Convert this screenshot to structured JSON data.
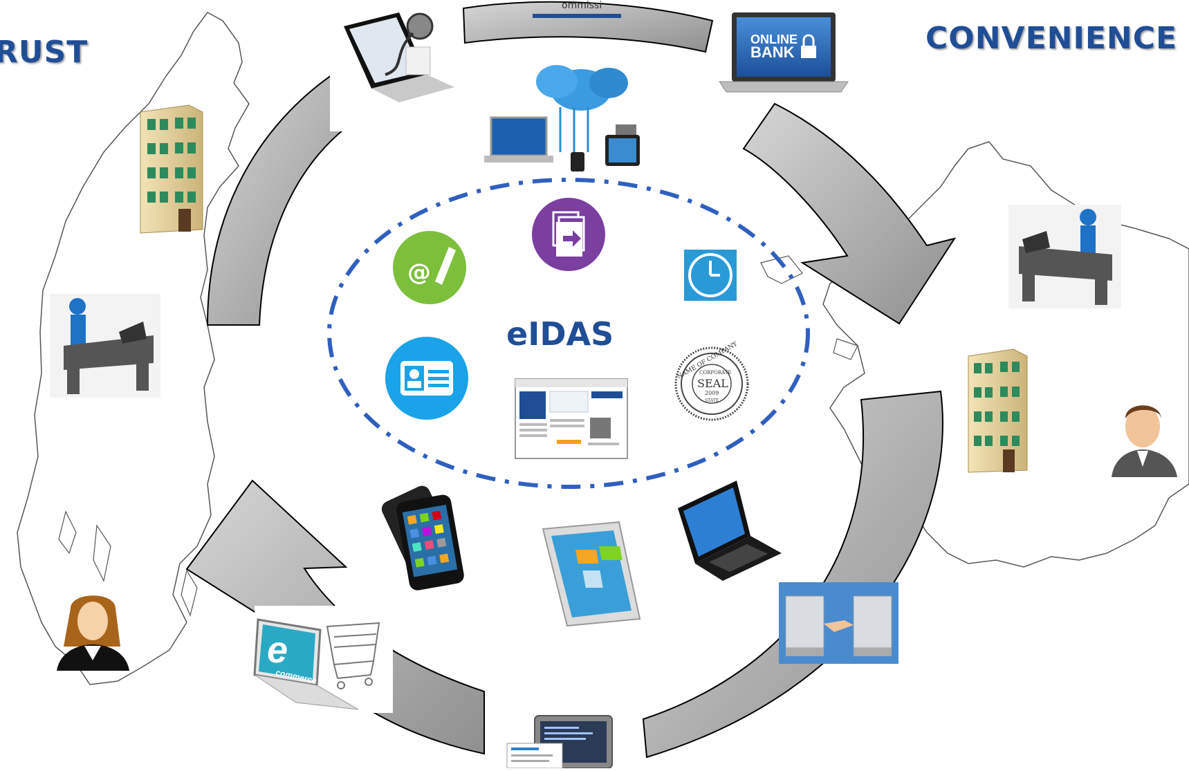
{
  "headings": {
    "left": "RUST",
    "right": "CONVENIENCE"
  },
  "center": {
    "label": "eIDAS",
    "top_banner": "ommissi"
  },
  "icons": {
    "seal": {
      "outer_text": "NAME OF COMPANY",
      "inner_text": "CORPORATE",
      "main": "SEAL",
      "year": "2009",
      "bottom": "STATE"
    },
    "bank": {
      "line1": "ONLINE",
      "line2": "BANK"
    },
    "ecommerce": {
      "letter": "e",
      "word": "commerce"
    }
  },
  "colors": {
    "heading": "#1f4e96",
    "ellipse": "#2f5fbf",
    "arrow_fill": "#a9a9a9",
    "arrow_stroke": "#000000",
    "signature_green": "#7cbf3b",
    "document_purple": "#7b3fa0",
    "clock_blue": "#2a9ad6",
    "id_card_blue": "#1aa3e8"
  }
}
